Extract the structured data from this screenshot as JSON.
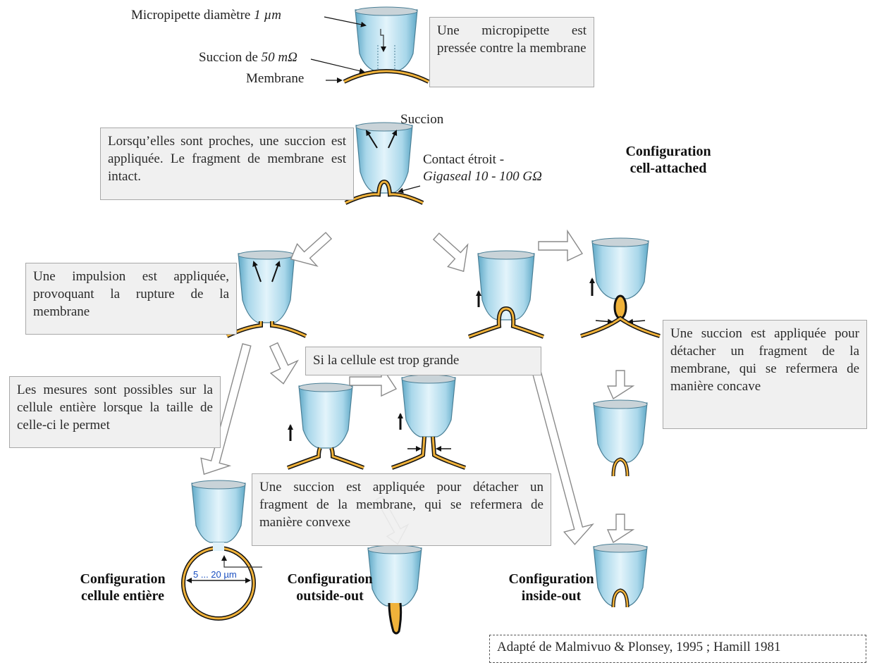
{
  "labels": {
    "micropipette": "Micropipette diamètre ",
    "micropipette_val": "1 µm",
    "succion_de": "Succion de ",
    "succion_de_val": "50 mΩ",
    "membrane": "Membrane",
    "succion": "Succion",
    "contact_line1": "Contact étroit -",
    "contact_line2": "Gigaseal 10 - 100 GΩ",
    "size": "5 ... 20 µm"
  },
  "boxes": {
    "b1": "Une micropipette est pressée contre la membrane",
    "b2": "Lorsqu’elles sont proches, une succion est appliquée. Le fragment de membrane est intact.",
    "b3": "Une impulsion est appliquée, provoquant la rupture de la membrane",
    "b4": "Si la cellule est trop grande",
    "b5": "Les mesures sont possibles sur la cellule entière lorsque la taille de celle-ci le permet",
    "b6": "Une succion est appliquée pour détacher un fragment de la membrane, qui se refermera de manière convexe",
    "b7": "Une succion est appliquée pour détacher un fragment de la membrane, qui se refermera de manière concave"
  },
  "configs": {
    "cell_attached": [
      "Configuration",
      "cell-attached"
    ],
    "whole_cell": [
      "Configuration",
      "cellule entière"
    ],
    "outside_out": [
      "Configuration",
      "outside-out"
    ],
    "inside_out": [
      "Configuration",
      "inside-out"
    ]
  },
  "citation": "Adapté de Malmivuo & Plonsey, 1995 ; Hamill 1981",
  "colors": {
    "pipette_light": "#dff2fa",
    "pipette_mid": "#a9d7ea",
    "pipette_dark": "#5fa8c6",
    "pipette_edge": "#4a7f96",
    "membrane_fill": "#f0b23a",
    "membrane_line": "#111111",
    "arrow_outline": "#8a8a8a"
  }
}
